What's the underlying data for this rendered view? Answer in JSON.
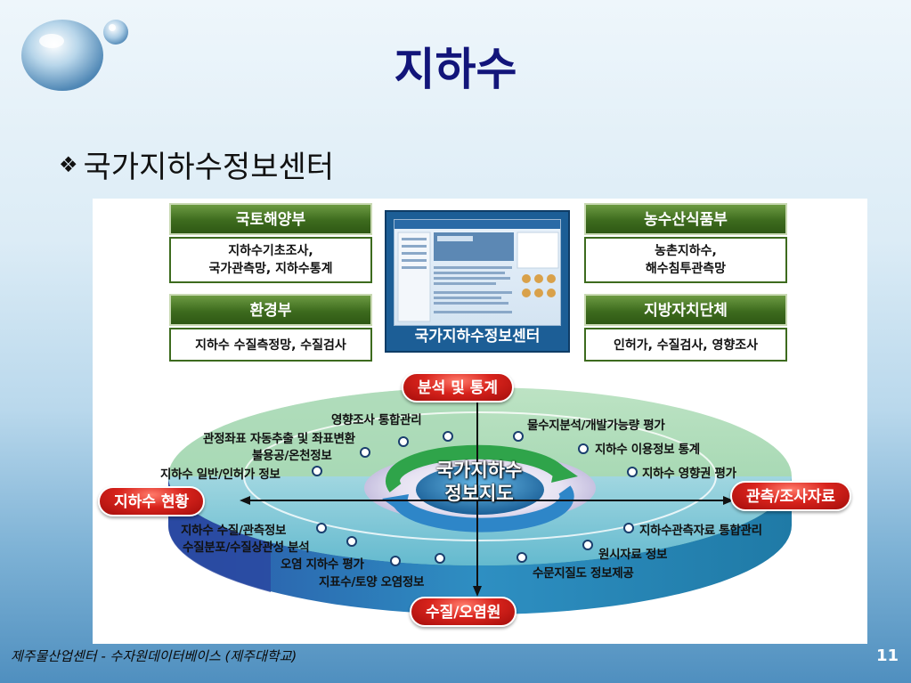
{
  "slide": {
    "title": "지하수",
    "bullet": "국가지하수정보센터",
    "footer_left": "제주물산업센터 - 수자원데이터베이스 (제주대학교)",
    "page_number": "11"
  },
  "ministries": {
    "mltm": {
      "head": "국토해양부",
      "body1": "지하수기초조사,",
      "body2": "국가관측망, 지하수통계"
    },
    "mifaff": {
      "head": "농수산식품부",
      "body1": "농촌지하수,",
      "body2": "해수침투관측망"
    },
    "env": {
      "head": "환경부",
      "body1": "지하수 수질측정망, 수질검사"
    },
    "local": {
      "head": "지방자치단체",
      "body1": "인허가, 수질검사, 영향조사"
    }
  },
  "center_caption": "국가지하수정보센터",
  "disc": {
    "core_line1": "국가지하수",
    "core_line2": "정보지도",
    "top": "분석 및 통계",
    "left": "지하수 현황",
    "right": "관측/조사자료",
    "bottom": "수질/오염원",
    "items": {
      "tl1": "영향조사 통합관리",
      "tl2": "관정좌표 자동추출 및 좌표변환",
      "tl3": "불용공/온천정보",
      "tl4": "지하수 일반/인허가 정보",
      "tr1": "물수지분석/개발가능량 평가",
      "tr2": "지하수 이용정보 통계",
      "tr3": "지하수 영향권 평가",
      "bl1": "지하수 수질/관측정보",
      "bl2": "수질분포/수질상관성 분석",
      "bl3": "오염 지하수 평가",
      "bl4": "지표수/토양 오염정보",
      "br1": "지하수관측자료 통합관리",
      "br2": "원시자료 정보",
      "br3": "수문지질도 정보제공"
    }
  }
}
